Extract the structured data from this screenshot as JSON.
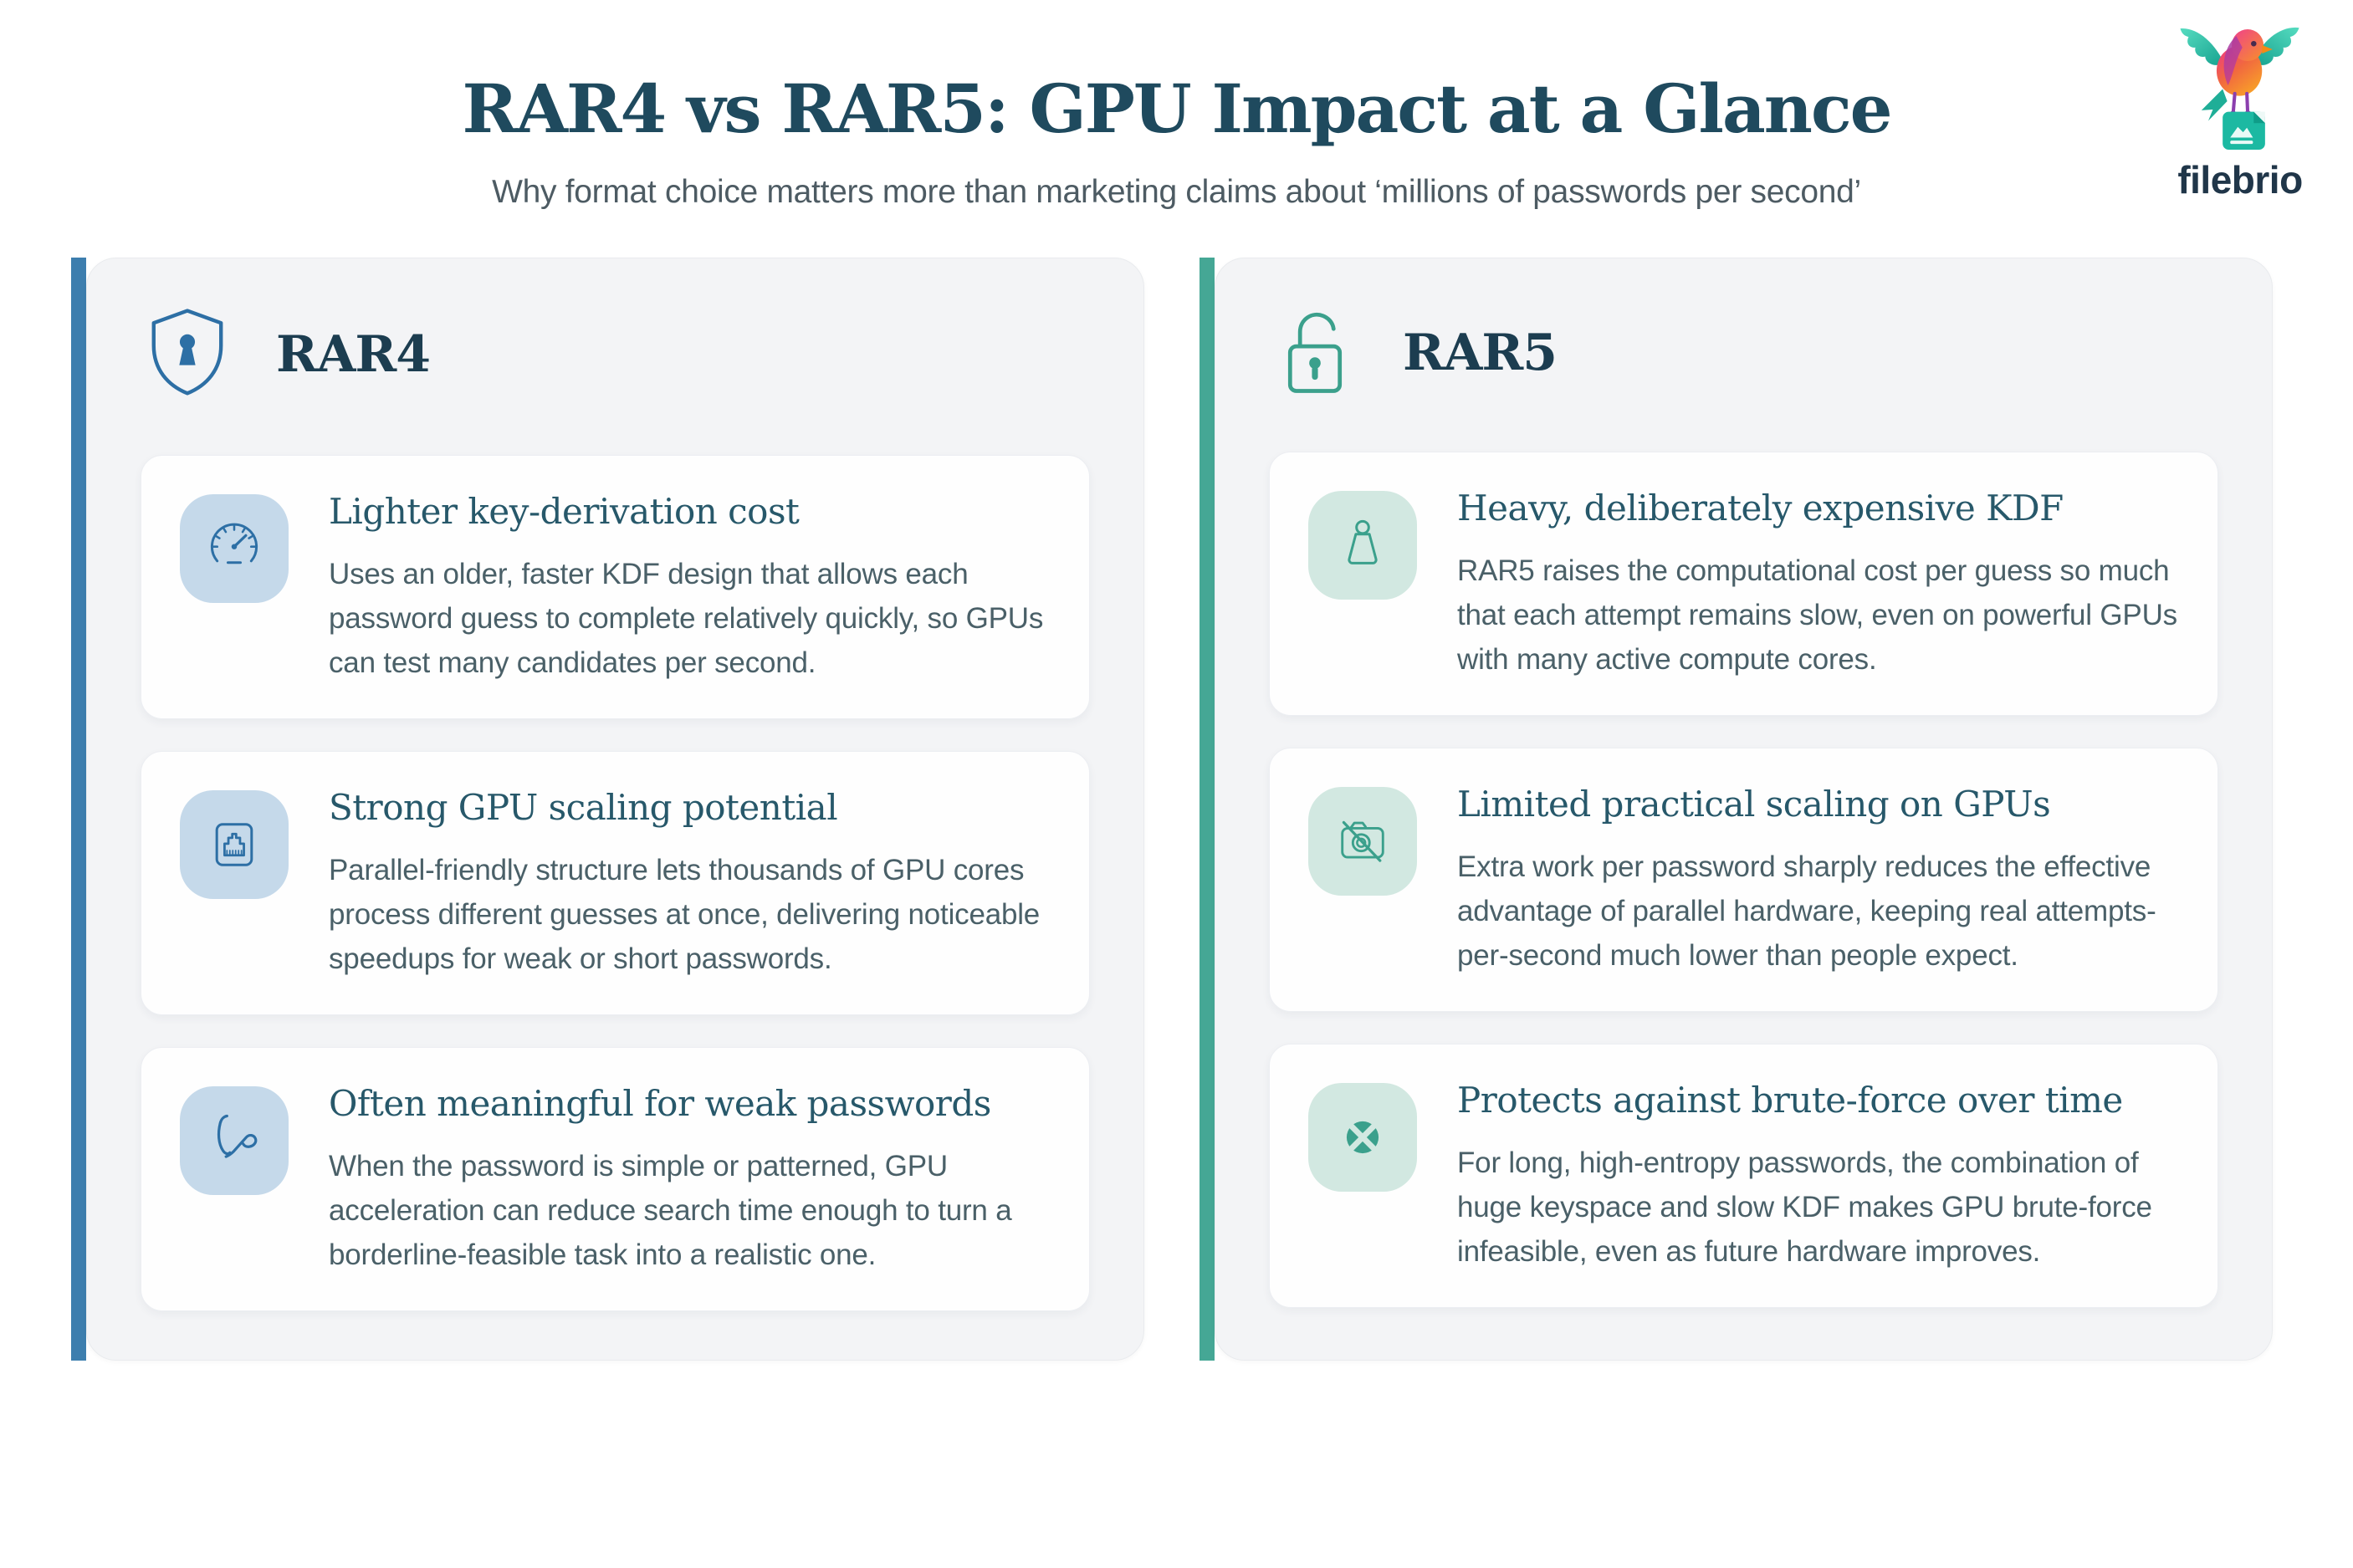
{
  "page": {
    "title": "RAR4 vs RAR5: GPU Impact at a Glance",
    "subtitle": "Why format choice matters more than marketing claims about ‘millions of passwords per second’"
  },
  "logo": {
    "text": "filebrio",
    "icon": "bird-on-file-icon"
  },
  "colors": {
    "title": "#1f4a5e",
    "subtitle": "#4d5b63",
    "rar4_accent": "#3d7eae",
    "rar4_tile_bg": "#c5d9ea",
    "rar5_accent": "#45a795",
    "rar5_tile_bg": "#d2e8e1",
    "panel_bg": "#f3f4f6",
    "card_bg": "#fefefe",
    "card_title": "#27586a",
    "card_body": "#4a6068"
  },
  "columns": [
    {
      "name": "RAR4",
      "header_icon": "shield-keyhole-icon",
      "cards": [
        {
          "icon": "speedometer-icon",
          "title": "Lighter key-derivation cost",
          "body": "Uses an older, faster KDF design that allows each password guess to complete relatively quickly, so GPUs can test many candidates per second."
        },
        {
          "icon": "ethernet-port-icon",
          "title": "Strong GPU scaling potential",
          "body": "Parallel-friendly structure lets thousands of GPU cores process different guesses at once, delivering noticeable speedups for weak or short passwords."
        },
        {
          "icon": "flexed-arm-icon",
          "title": "Often meaningful for weak passwords",
          "body": "When the password is simple or patterned, GPU acceleration can reduce search time enough to turn a borderline-feasible task into a realistic one."
        }
      ]
    },
    {
      "name": "RAR5",
      "header_icon": "open-padlock-icon",
      "cards": [
        {
          "icon": "weight-icon",
          "title": "Heavy, deliberately expensive KDF",
          "body": "RAR5 raises the computational cost per guess so much that each attempt remains slow, even on powerful GPUs with many active compute cores."
        },
        {
          "icon": "no-camera-icon",
          "title": "Limited practical scaling on GPUs",
          "body": "Extra work per password sharply reduces the effective advantage of parallel hardware, keeping real attempts-per-second much lower than people expect."
        },
        {
          "icon": "quadrant-circle-icon",
          "title": "Protects against brute-force over time",
          "body": "For long, high-entropy passwords, the combination of huge keyspace and slow KDF makes GPU brute-force infeasible, even as future hardware improves."
        }
      ]
    }
  ]
}
